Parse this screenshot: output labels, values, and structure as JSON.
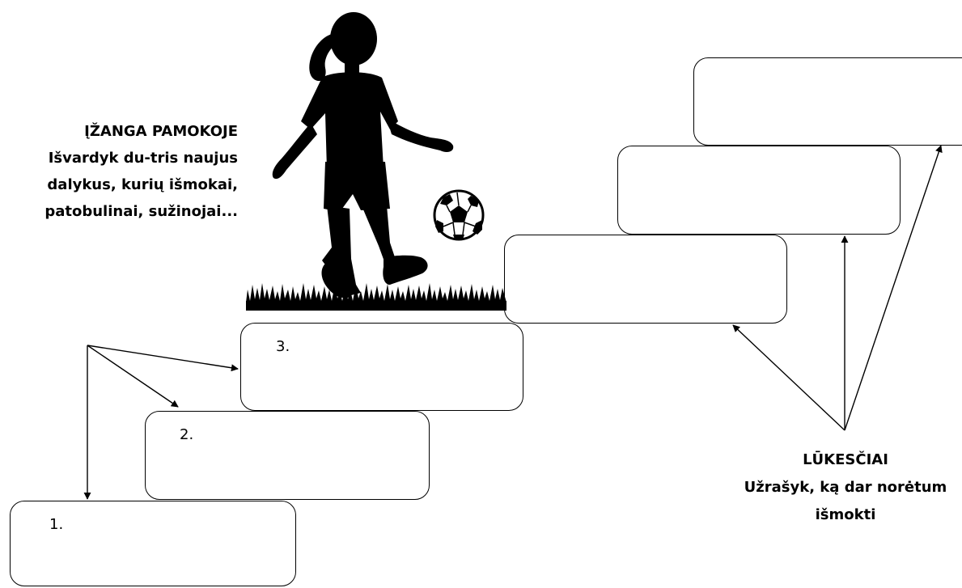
{
  "left_note": {
    "title": "ĮŽANGA PAMOKOJE",
    "line1": "Išvardyk du-tris naujus",
    "line2": "dalykus, kurių išmokai,",
    "line3": "patobulinai, sužinojai..."
  },
  "right_note": {
    "title": "LŪKESČIAI",
    "line1": "Užrašyk, ką dar norėtum",
    "line2": "išmokti"
  },
  "steps": [
    {
      "label": "1."
    },
    {
      "label": "2."
    },
    {
      "label": "3."
    }
  ],
  "icons": [
    "girl-silhouette-icon",
    "soccer-ball-icon",
    "grass-icon"
  ]
}
